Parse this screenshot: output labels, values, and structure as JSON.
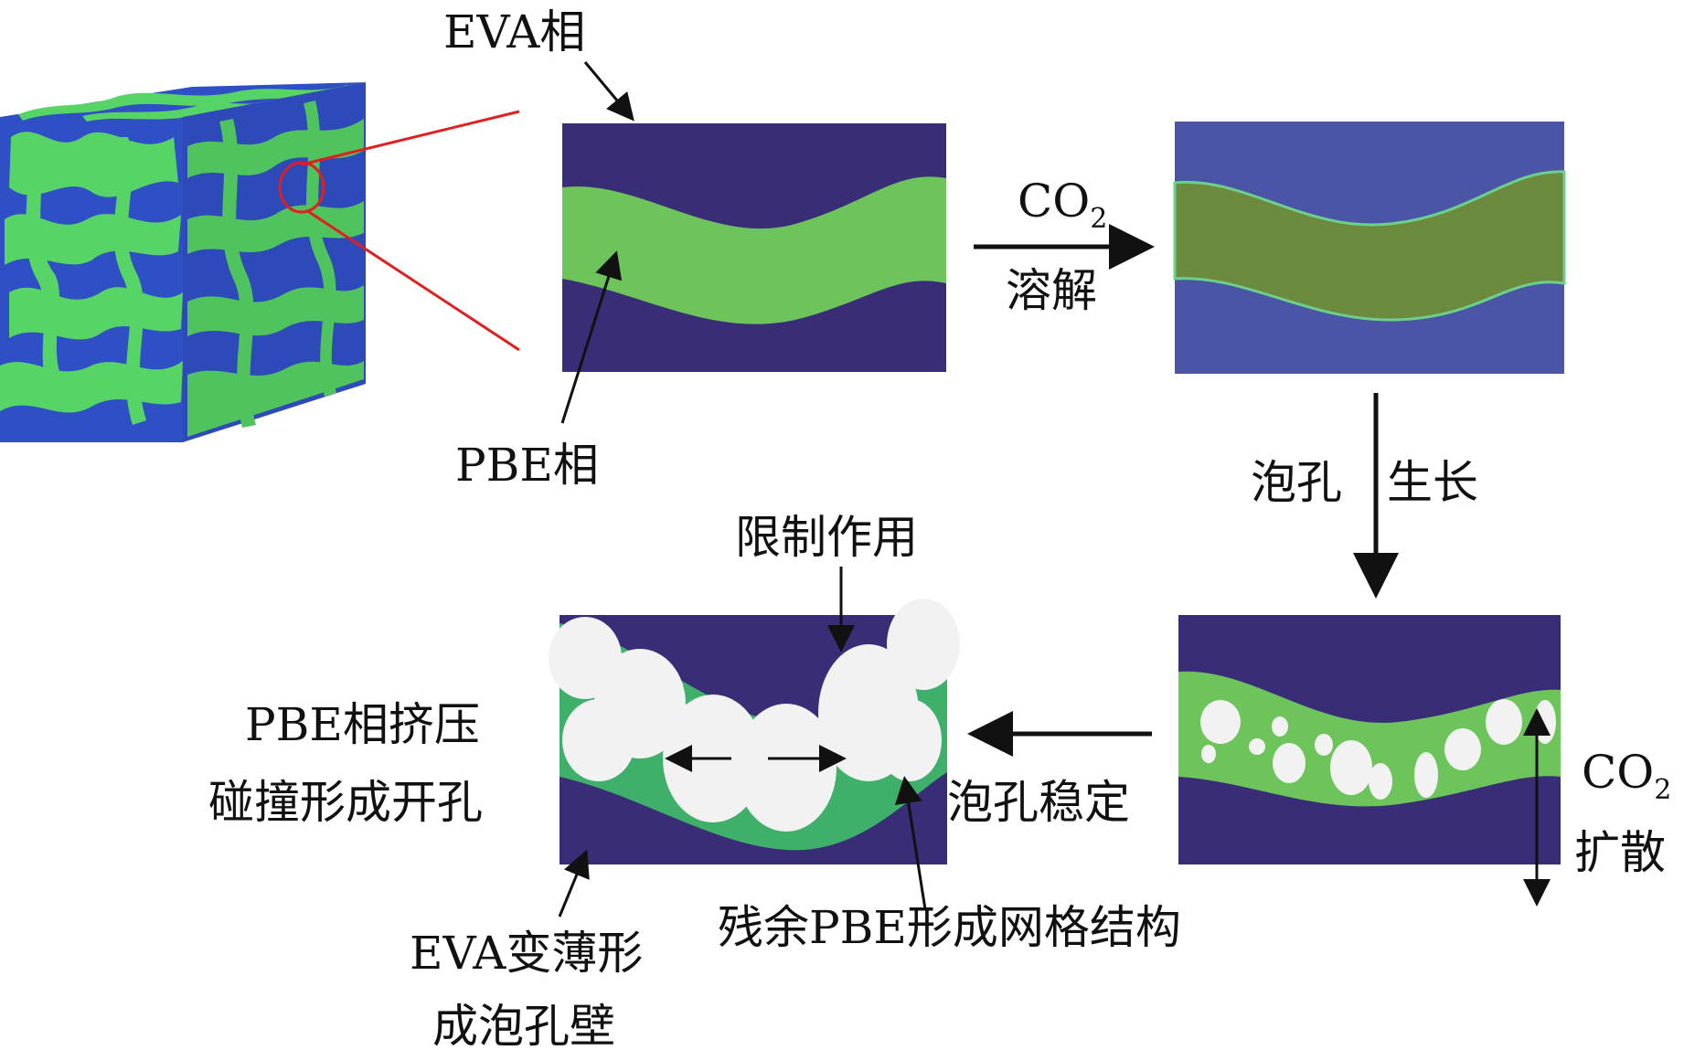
{
  "labels": {
    "eva_phase": "EVA相",
    "pbe_phase": "PBE相",
    "co2_top": "CO",
    "co2_top_sub": "2",
    "dissolve": "溶解",
    "cell_growth_1": "泡孔",
    "cell_growth_2": "生长",
    "confinement": "限制作用",
    "squeeze_line1": "PBE相挤压",
    "squeeze_line2": "碰撞形成开孔",
    "cell_stable": "泡孔稳定",
    "co2_right": "CO",
    "co2_right_sub": "2",
    "diffuse": "扩散",
    "residual": "残余PBE形成网格结构",
    "eva_thin_line1": "EVA变薄形",
    "eva_thin_line2": "成泡孔壁"
  },
  "colors": {
    "eva_dark": "#3a2d78",
    "eva_light": "#4a55a6",
    "pbe_green": "#6cc45a",
    "pbe_dissolved": "#6b8a3e",
    "pbe_residual": "#3fb06a",
    "cube_blue": "#2f4fc4",
    "cube_green": "#57d466",
    "zoom_red": "#e02020",
    "bubble": "#f2f2f2"
  }
}
